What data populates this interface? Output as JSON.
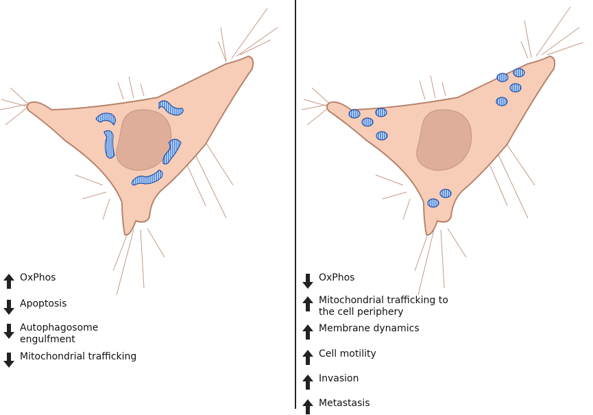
{
  "colors": {
    "cytoplasm": "#f7cdb7",
    "membrane": "#b5826b",
    "nucleus": "#dfae9a",
    "mitochondria": "#5e93dd",
    "mitochondria_outline": "#1f4ea8",
    "arrow": "#222222",
    "divider": "#222222"
  },
  "panels": [
    {
      "id": "left",
      "mitochondria_shape": "elongated",
      "effects": [
        {
          "direction": "up",
          "label": "OxPhos"
        },
        {
          "direction": "down",
          "label": "Apoptosis"
        },
        {
          "direction": "down",
          "label": "Autophagosome engulfment"
        },
        {
          "direction": "down",
          "label": "Mitochondrial trafficking"
        }
      ]
    },
    {
      "id": "right",
      "mitochondria_shape": "fragmented",
      "effects": [
        {
          "direction": "down",
          "label": "OxPhos"
        },
        {
          "direction": "up",
          "label": "Mitochondrial trafficking to the cell periphery"
        },
        {
          "direction": "up",
          "label": "Membrane dynamics"
        },
        {
          "direction": "up",
          "label": "Cell motility"
        },
        {
          "direction": "up",
          "label": "Invasion"
        },
        {
          "direction": "up",
          "label": "Metastasis"
        }
      ]
    }
  ]
}
